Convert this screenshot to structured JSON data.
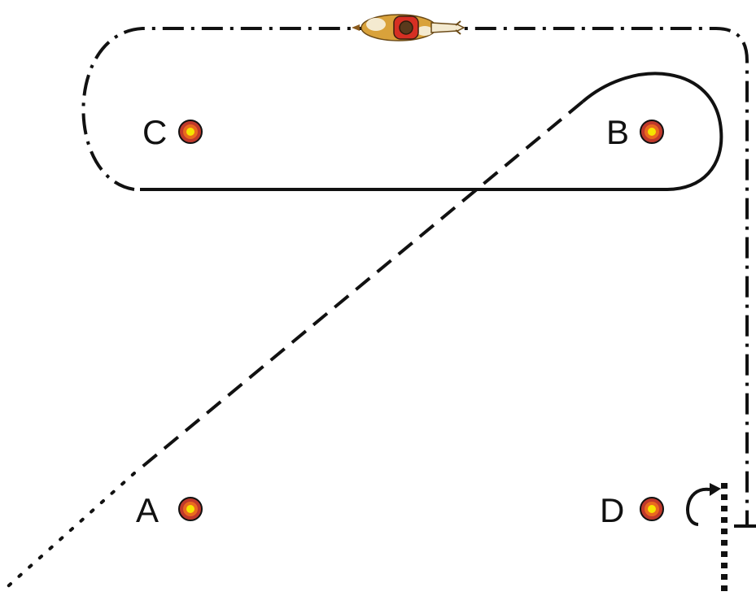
{
  "markers": [
    {
      "id": "A",
      "label": "A"
    },
    {
      "id": "B",
      "label": "B"
    },
    {
      "id": "C",
      "label": "C"
    },
    {
      "id": "D",
      "label": "D"
    }
  ],
  "colors": {
    "background": "#ffffff",
    "path": "#111111",
    "marker_outer": "#c0392b",
    "marker_ring": "#ea6a1e",
    "marker_inner": "#f5e600",
    "horse_body": "#d9a23b",
    "horse_patch": "#f4ead0",
    "rider_shirt": "#d62f23",
    "rider_head": "#5a3a1c"
  },
  "icons": {
    "markers": "target-marker-icon",
    "rider": "horse-and-rider-icon",
    "turn": "turn-arrow-icon"
  }
}
